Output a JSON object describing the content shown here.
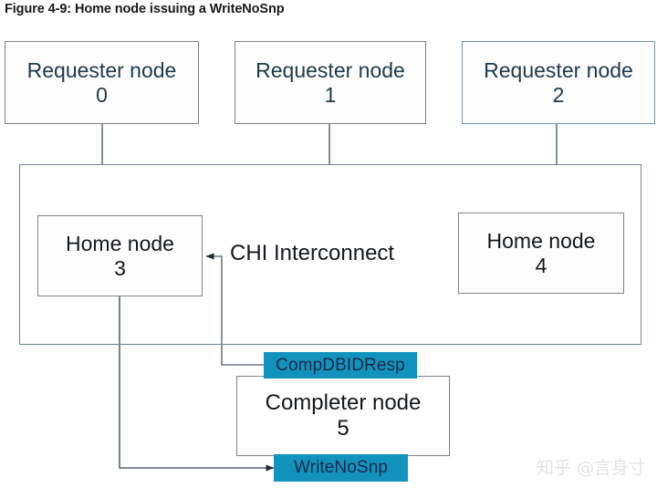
{
  "figure": {
    "caption": "Figure 4-9: Home node issuing a WriteNoSnp"
  },
  "colors": {
    "message_badge_bg": "#1293bd",
    "message_badge_text": "#1b2a4a",
    "box_border": "#80858c",
    "accent_border": "#6f94b5",
    "interconnect_border": "#6d8592",
    "wire": "#6b7a82",
    "node_text": "#14181c",
    "caption_text": "#1a1a1a",
    "watermark_text": "#e3e3e3"
  },
  "diagram": {
    "requester_nodes": [
      {
        "title": "Requester node",
        "id": "0"
      },
      {
        "title": "Requester node",
        "id": "1"
      },
      {
        "title": "Requester node",
        "id": "2"
      }
    ],
    "interconnect": {
      "label": "CHI Interconnect"
    },
    "home_nodes": [
      {
        "title": "Home node",
        "id": "3"
      },
      {
        "title": "Home node",
        "id": "4"
      }
    ],
    "completer_node": {
      "title": "Completer node",
      "id": "5"
    },
    "messages": [
      {
        "label": "CompDBIDResp",
        "direction": "completer-to-home-node-3"
      },
      {
        "label": "WriteNoSnp",
        "direction": "home-node-3-to-completer"
      }
    ]
  },
  "watermark": {
    "text": "知乎 @言身寸"
  }
}
